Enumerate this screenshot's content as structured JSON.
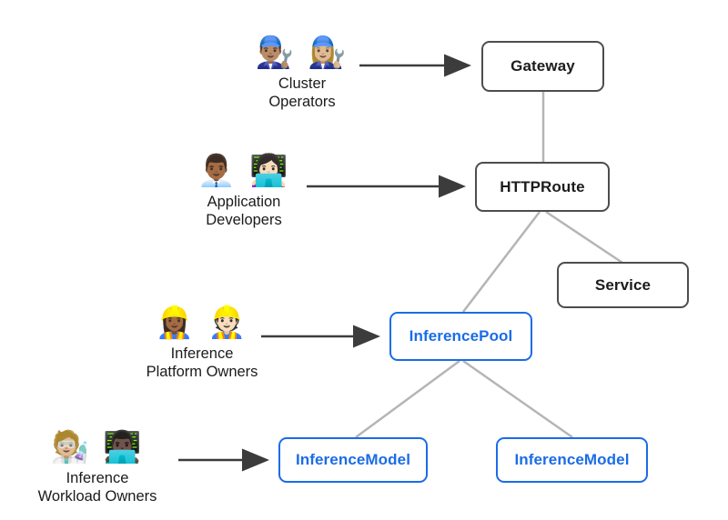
{
  "colors": {
    "node_border_dark": "#4d4d4d",
    "node_text_dark": "#1c1c1c",
    "node_border_blue": "#1a6ce8",
    "node_text_blue": "#1a6ce8",
    "connector_line": "#b5b5b5",
    "arrow": "#3c3c3c",
    "background": "#ffffff"
  },
  "personas": [
    {
      "id": "cluster-operators",
      "emoji": "👨🏽‍🔧 👩🏼‍🔧",
      "label_line1": "Cluster",
      "label_line2": "Operators",
      "points_to": "Gateway"
    },
    {
      "id": "application-developers",
      "emoji": "👨🏾‍💼 👩🏻‍💻",
      "label_line1": "Application",
      "label_line2": "Developers",
      "points_to": "HTTPRoute"
    },
    {
      "id": "inference-platform-owners",
      "emoji": "👷🏾‍♀️ 👷🏻",
      "label_line1": "Inference",
      "label_line2": "Platform Owners",
      "points_to": "InferencePool"
    },
    {
      "id": "inference-workload-owners",
      "emoji": "🧑🏼‍🔬 👨🏿‍💻",
      "label_line1": "Inference",
      "label_line2": "Workload Owners",
      "points_to": "InferenceModel"
    }
  ],
  "nodes": [
    {
      "id": "gateway",
      "label": "Gateway",
      "style": "dark"
    },
    {
      "id": "httproute",
      "label": "HTTPRoute",
      "style": "dark"
    },
    {
      "id": "service",
      "label": "Service",
      "style": "dark"
    },
    {
      "id": "inferencepool",
      "label": "InferencePool",
      "style": "blue"
    },
    {
      "id": "inferencemodel-1",
      "label": "InferenceModel",
      "style": "blue"
    },
    {
      "id": "inferencemodel-2",
      "label": "InferenceModel",
      "style": "blue"
    }
  ],
  "edges": [
    {
      "from": "gateway",
      "to": "httproute"
    },
    {
      "from": "httproute",
      "to": "inferencepool"
    },
    {
      "from": "httproute",
      "to": "service"
    },
    {
      "from": "inferencepool",
      "to": "inferencemodel-1"
    },
    {
      "from": "inferencepool",
      "to": "inferencemodel-2"
    }
  ]
}
